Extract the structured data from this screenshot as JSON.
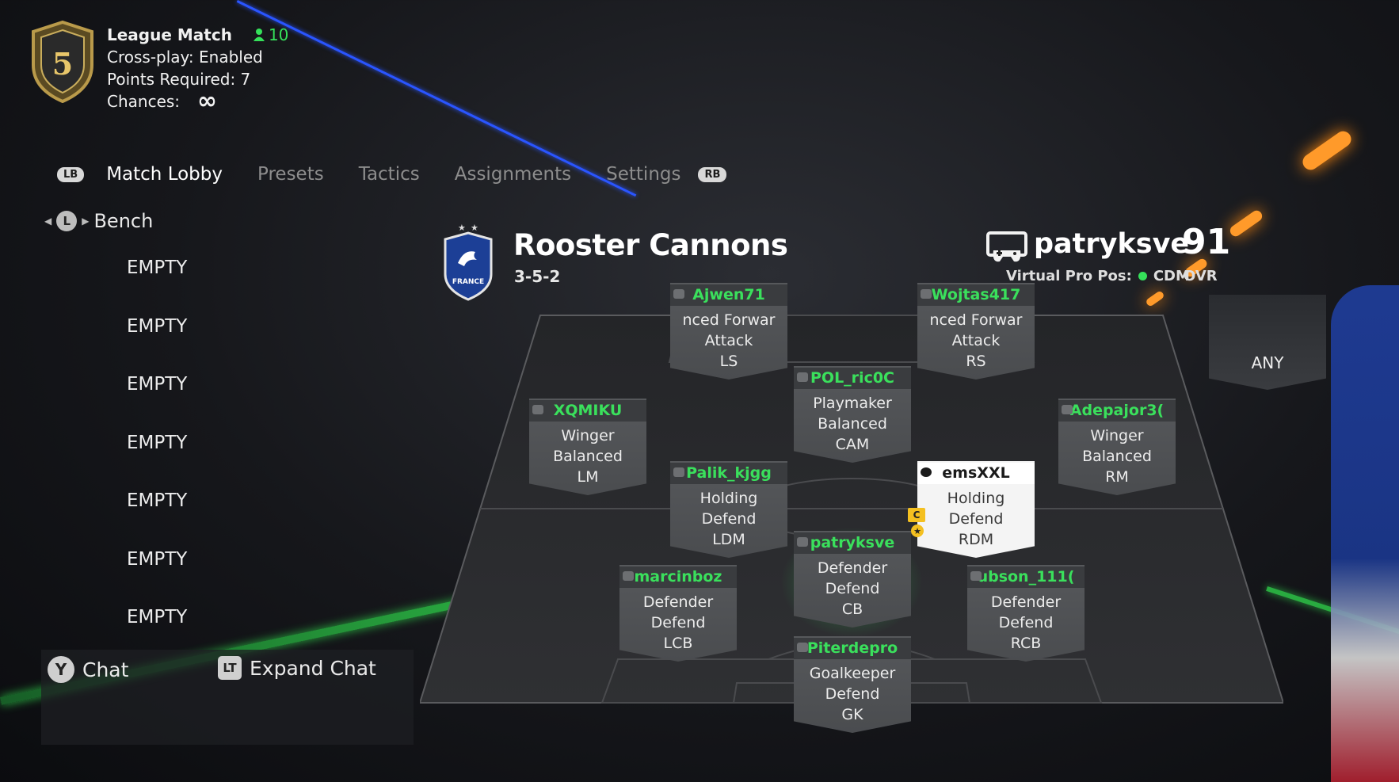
{
  "header": {
    "level": "5",
    "match_type": "League Match",
    "player_count": "10",
    "crossplay": "Cross-play: Enabled",
    "points": "Points Required: 7",
    "chances_label": "Chances:",
    "chances_value": "∞"
  },
  "tabs": {
    "left_button": "LB",
    "right_button": "RB",
    "items": [
      "Match Lobby",
      "Presets",
      "Tactics",
      "Assignments",
      "Settings"
    ]
  },
  "bench": {
    "button": "L",
    "title": "Bench",
    "slots": [
      "EMPTY",
      "EMPTY",
      "EMPTY",
      "EMPTY",
      "EMPTY",
      "EMPTY",
      "EMPTY"
    ]
  },
  "chat": {
    "chat_button": "Y",
    "chat_label": "Chat",
    "expand_button": "LT",
    "expand_label": "Expand Chat"
  },
  "team": {
    "crest_text": "FRANCE",
    "name": "Rooster Cannons",
    "formation": "3-5-2"
  },
  "user": {
    "name": "patryksve",
    "ovr": "91",
    "vp_label": "Virtual Pro Pos:",
    "vp_pos": "CDM",
    "ovr_label": "OVR",
    "any_slot": "ANY"
  },
  "players": [
    {
      "name": "Ajwen71",
      "role1": "nced Forwar",
      "role2": "Attack",
      "pos": "LS"
    },
    {
      "name": "Wojtas417",
      "role1": "nced Forwar",
      "role2": "Attack",
      "pos": "RS"
    },
    {
      "name": "POL_ric0C",
      "role1": "Playmaker",
      "role2": "Balanced",
      "pos": "CAM"
    },
    {
      "name": "XQMIKU",
      "role1": "Winger",
      "role2": "Balanced",
      "pos": "LM"
    },
    {
      "name": "Adepajor3(",
      "role1": "Winger",
      "role2": "Balanced",
      "pos": "RM"
    },
    {
      "name": "Palik_kjgg",
      "role1": "Holding",
      "role2": "Defend",
      "pos": "LDM"
    },
    {
      "name": "emsXXL",
      "role1": "Holding",
      "role2": "Defend",
      "pos": "RDM"
    },
    {
      "name": "patryksve",
      "role1": "Defender",
      "role2": "Defend",
      "pos": "CB"
    },
    {
      "name": "marcinboz",
      "role1": "Defender",
      "role2": "Defend",
      "pos": "LCB"
    },
    {
      "name": "ubson_111(",
      "role1": "Defender",
      "role2": "Defend",
      "pos": "RCB"
    },
    {
      "name": "Piterdepro",
      "role1": "Goalkeeper",
      "role2": "Defend",
      "pos": "GK"
    }
  ],
  "badges": {
    "captain": "C",
    "star": "★"
  },
  "colors": {
    "accent_green": "#35e05a",
    "captain_yellow": "#f4c020",
    "beam_blue": "#2a55ff"
  }
}
